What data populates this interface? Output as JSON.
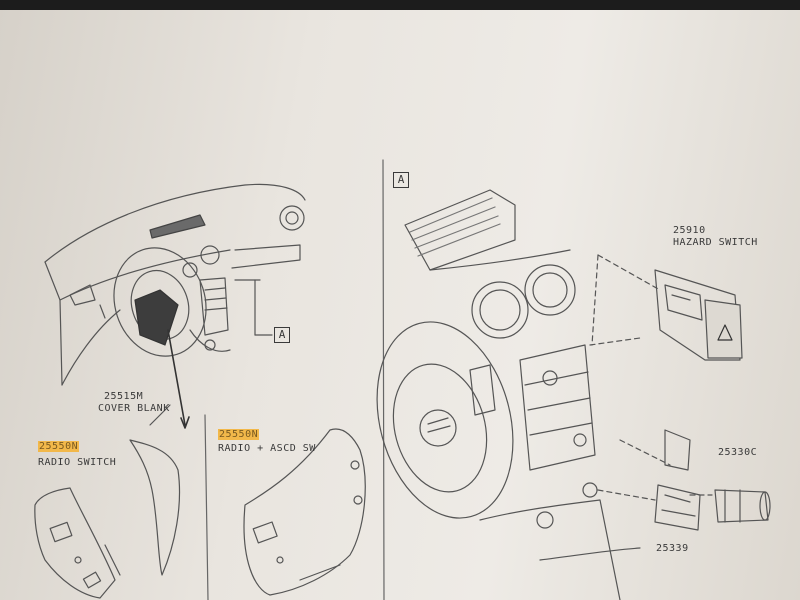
{
  "view_marker": "A",
  "callout_marker": "A",
  "parts": {
    "hazard_switch": {
      "number": "25910",
      "name": "HAZARD SWITCH"
    },
    "cover_blank": {
      "number": "25515M",
      "name": "COVER BLANK"
    },
    "radio_switch": {
      "number": "25550N",
      "name": "RADIO SWITCH"
    },
    "radio_ascd": {
      "number": "25550N",
      "name": "RADIO + ASCD SW"
    },
    "part_25330c": {
      "number": "25330C"
    },
    "part_25339": {
      "number": "25339"
    }
  },
  "colors": {
    "highlight": "#f2b84a",
    "ink": "#3a3a3a"
  }
}
